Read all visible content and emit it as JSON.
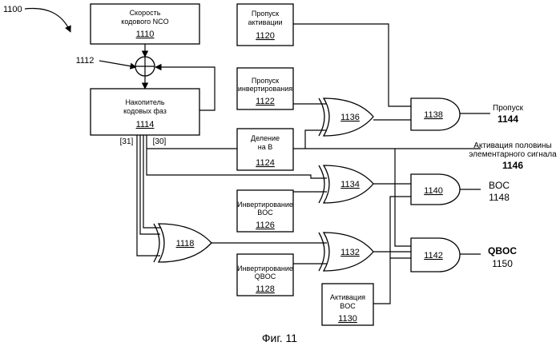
{
  "figure_ref": "1100",
  "caption": "Фиг. 11",
  "blocks": {
    "nco": {
      "l1": "Скорость",
      "l2": "кодового NCO",
      "num": "1110"
    },
    "skip_act": {
      "l1": "Пропуск",
      "l2": "активации",
      "num": "1120"
    },
    "skip_inv": {
      "l1": "Пропуск",
      "l2": "инвертирования",
      "num": "1122"
    },
    "accum": {
      "l1": "Накопитель",
      "l2": "кодовых фаз",
      "num": "1114"
    },
    "div": {
      "l1": "Деление",
      "l2": "на B",
      "num": "1124"
    },
    "inv_boc": {
      "l1": "Инвертирование",
      "l2": "BOC",
      "num": "1126"
    },
    "inv_qboc": {
      "l1": "Инвертирование",
      "l2": "QBOC",
      "num": "1128"
    },
    "act_boc": {
      "l1": "Активация",
      "l2": "BOC",
      "num": "1130"
    }
  },
  "adder": "1112",
  "bits": {
    "b31": "[31]",
    "b30": "[30]"
  },
  "gates": {
    "g1136": "1136",
    "g1138": "1138",
    "g1134": "1134",
    "g1140": "1140",
    "g1118": "1118",
    "g1132": "1132",
    "g1142": "1142"
  },
  "outputs": {
    "skip": {
      "l1": "Пропуск",
      "num": "1144"
    },
    "half": {
      "l1": "Активация половины",
      "l2": "элементарного сигнала",
      "num": "1146"
    },
    "boc": {
      "l1": "BOC",
      "num": "1148"
    },
    "qboc": {
      "l1": "QBOC",
      "num": "1150"
    }
  }
}
